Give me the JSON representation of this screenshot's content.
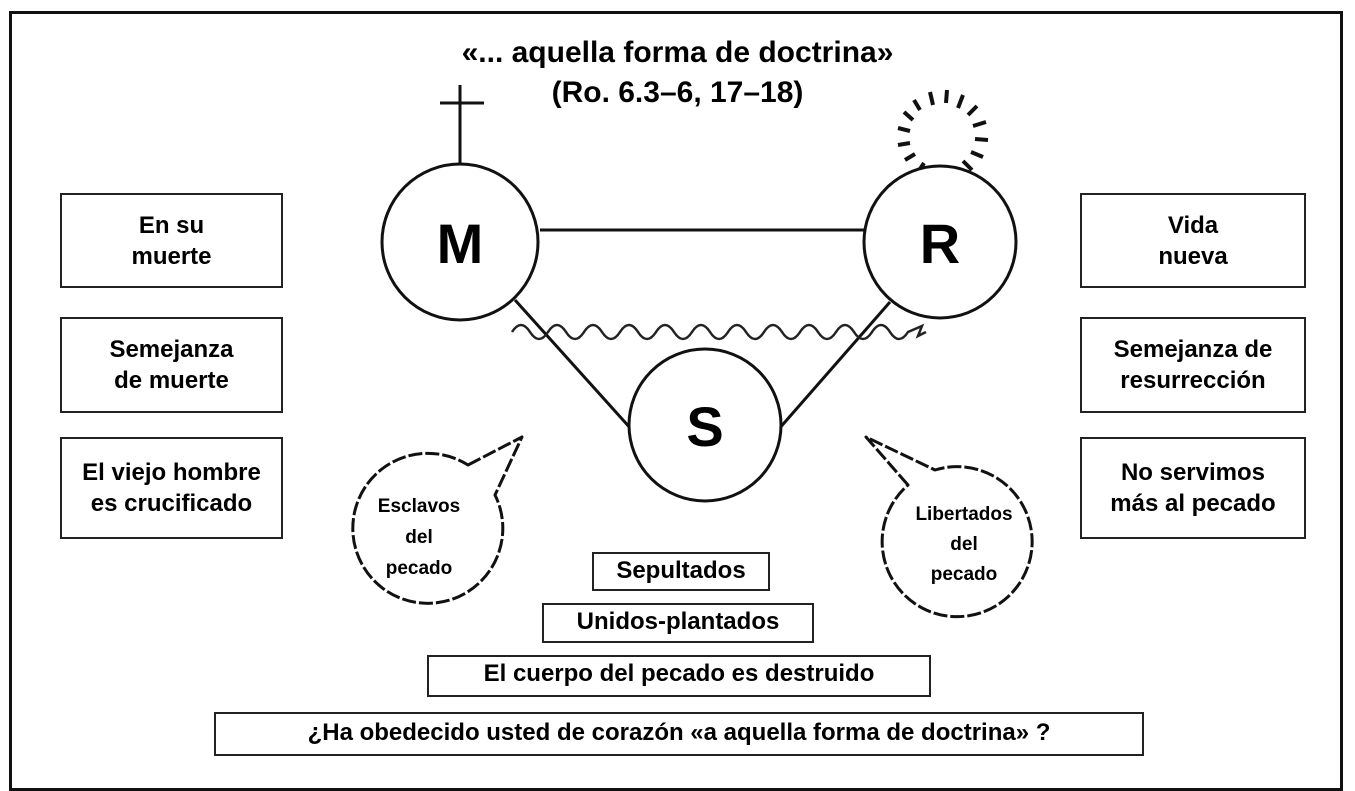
{
  "title": {
    "line1": "«... aquella forma de doctrina»",
    "line2": "(Ro. 6.3–6, 17–18)"
  },
  "nodes": {
    "death": "M",
    "resurrection": "R",
    "sinner": "S"
  },
  "left_boxes": [
    "En su\nmuerte",
    "Semejanza\nde muerte",
    "El viejo hombre\nes crucificado"
  ],
  "right_boxes": [
    "Vida\nnueva",
    "Semejanza de\nresurrección",
    "No servimos\nmás al pecado"
  ],
  "bubbles": {
    "left": [
      "Esclavos",
      "del",
      "pecado"
    ],
    "right": [
      "Libertados",
      "del",
      "pecado"
    ]
  },
  "center_boxes": {
    "buried": "Sepultados",
    "united": "Unidos-plantados",
    "destroyed": "El cuerpo del pecado es destruido"
  },
  "question": "¿Ha obedecido usted de corazón «a aquella forma de doctrina» ?",
  "icons": {
    "death_symbol": "cross-icon",
    "resurrection_symbol": "sunburst-icon",
    "sin_line": "wavy-line"
  }
}
